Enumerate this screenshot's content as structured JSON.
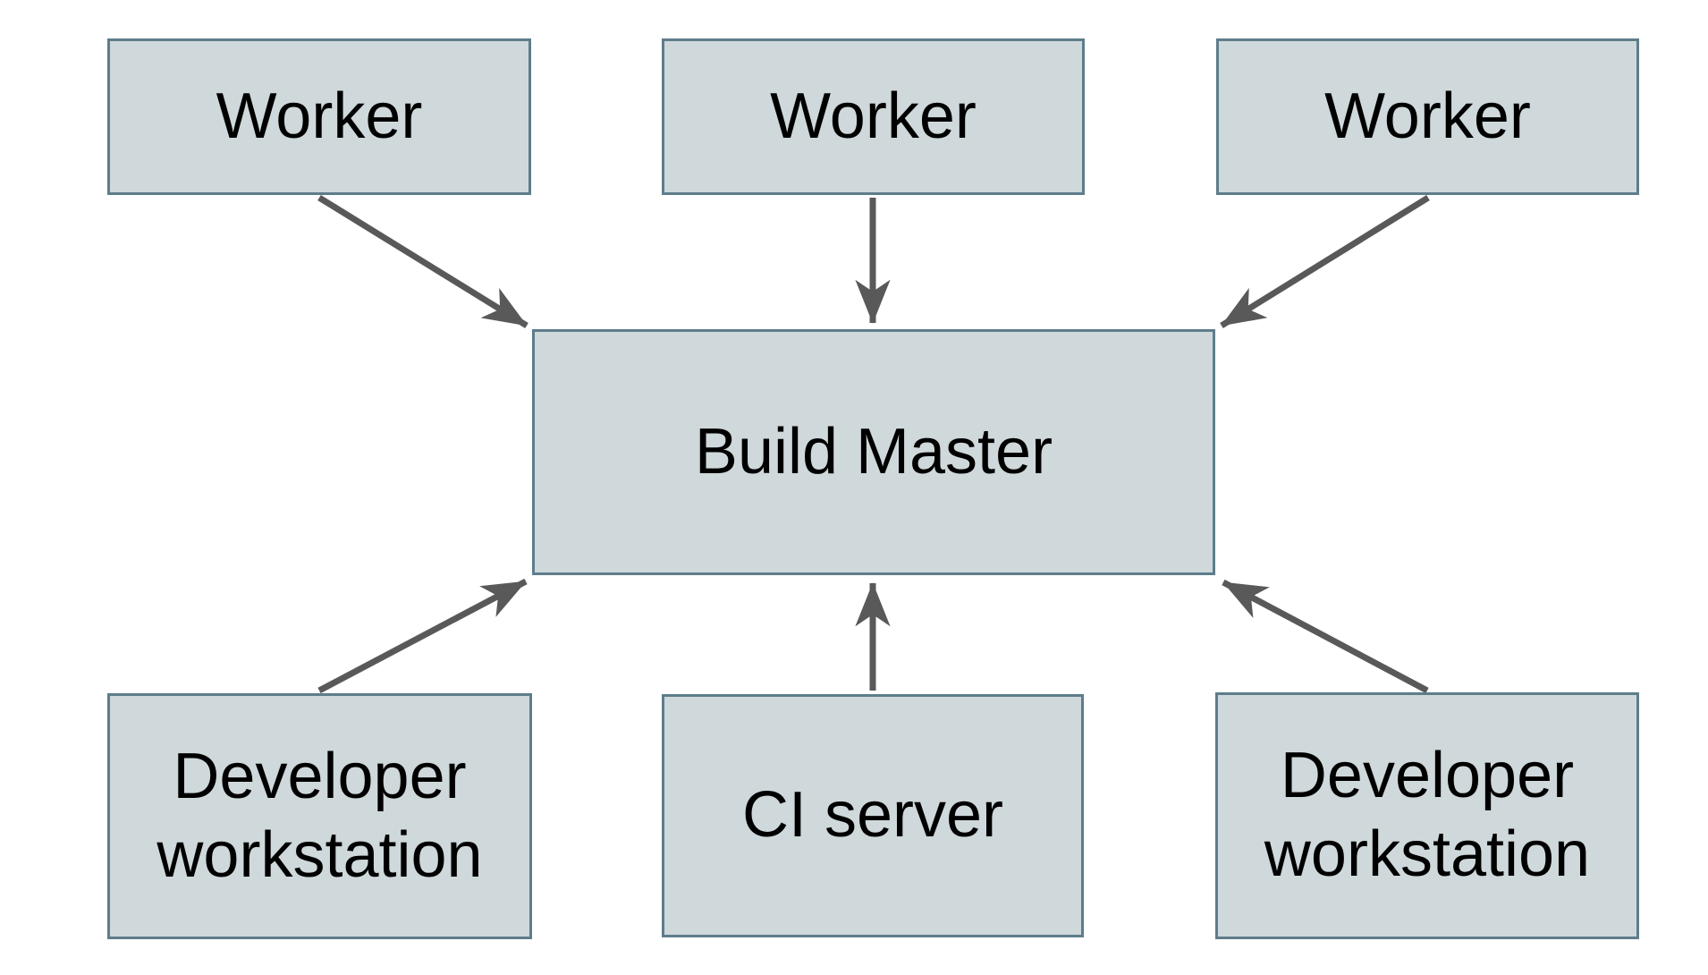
{
  "diagram": {
    "type": "flow-diagram",
    "colors": {
      "background": "#ffffff",
      "node_fill": "#cfd8da",
      "node_border": "#5e7d8b",
      "arrow": "#595959",
      "text": "#000000"
    },
    "nodes": [
      {
        "id": "worker-1",
        "label": "Worker"
      },
      {
        "id": "worker-2",
        "label": "Worker"
      },
      {
        "id": "worker-3",
        "label": "Worker"
      },
      {
        "id": "build-master",
        "label": "Build Master"
      },
      {
        "id": "developer-workstation-left",
        "label": "Developer workstation"
      },
      {
        "id": "ci-server",
        "label": "CI server"
      },
      {
        "id": "developer-workstation-right",
        "label": "Developer workstation"
      }
    ],
    "edges": [
      {
        "from": "worker-1",
        "to": "build-master"
      },
      {
        "from": "worker-2",
        "to": "build-master"
      },
      {
        "from": "worker-3",
        "to": "build-master"
      },
      {
        "from": "developer-workstation-left",
        "to": "build-master"
      },
      {
        "from": "ci-server",
        "to": "build-master"
      },
      {
        "from": "developer-workstation-right",
        "to": "build-master"
      }
    ]
  }
}
